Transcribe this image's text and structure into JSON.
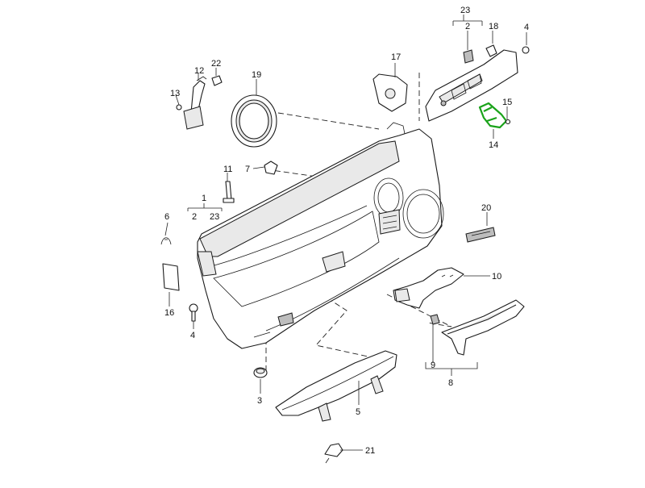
{
  "diagram": {
    "highlight_color": "#1aa31a",
    "callouts": {
      "c1": "1",
      "c2a": "2",
      "c23a": "23",
      "c2b": "2",
      "c23b": "23",
      "c3": "3",
      "c4a": "4",
      "c4b": "4",
      "c5": "5",
      "c6": "6",
      "c7": "7",
      "c8": "8",
      "c9": "9",
      "c10": "10",
      "c11": "11",
      "c12": "12",
      "c13": "13",
      "c14": "14",
      "c15": "15",
      "c16": "16",
      "c17": "17",
      "c18": "18",
      "c19": "19",
      "c20": "20",
      "c21": "21",
      "c22": "22"
    }
  }
}
